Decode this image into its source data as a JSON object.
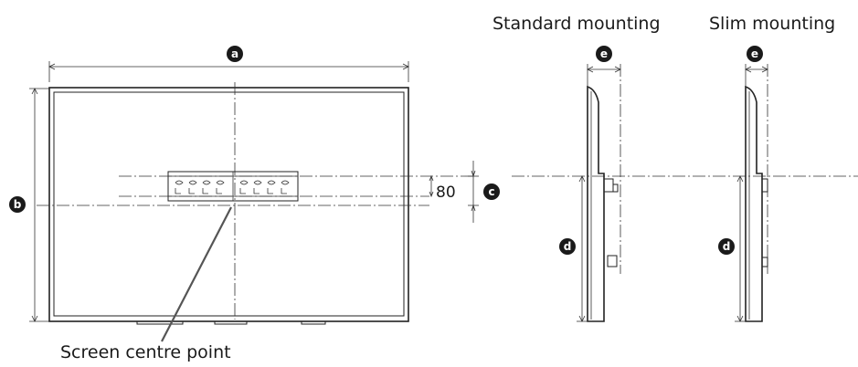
{
  "labels": {
    "standard_mounting": "Standard mounting",
    "slim_mounting": "Slim mounting",
    "screen_centre_point": "Screen centre point",
    "offset_value": "80"
  },
  "badges": {
    "a": "a",
    "b": "b",
    "c": "c",
    "d": "d",
    "e": "e"
  },
  "colors": {
    "line": "#222222",
    "badge": "#1a1a1a",
    "background": "#ffffff"
  }
}
